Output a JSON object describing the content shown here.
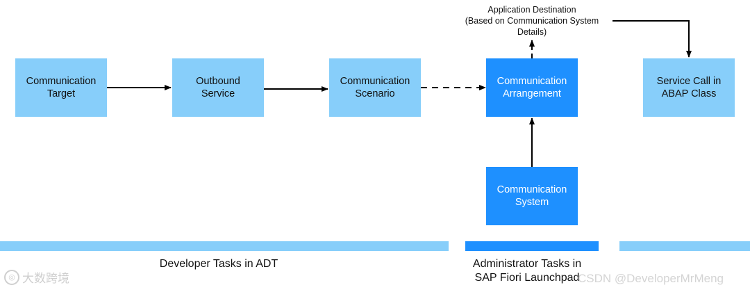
{
  "nodes": {
    "communication_target": {
      "lines": [
        "Communication",
        "Target"
      ]
    },
    "outbound_service": {
      "lines": [
        "Outbound",
        "Service"
      ]
    },
    "communication_scenario": {
      "lines": [
        "Communication",
        "Scenario"
      ]
    },
    "communication_arrangement": {
      "lines": [
        "Communication",
        "Arrangement"
      ]
    },
    "service_call": {
      "lines": [
        "Service Call in",
        "ABAP Class"
      ]
    },
    "communication_system": {
      "lines": [
        "Communication",
        "System"
      ]
    }
  },
  "destination_note": {
    "lines": [
      "Application Destination",
      "(Based on Communication System",
      "Details)"
    ]
  },
  "lanes": {
    "developer": {
      "lines": [
        "Developer Tasks in ADT"
      ]
    },
    "administrator": {
      "lines": [
        "Administrator Tasks in",
        "SAP Fiori Launchpad"
      ]
    }
  },
  "watermarks": {
    "left_text": "大数跨境",
    "right_text": "CSDN @DeveloperMrMeng"
  },
  "colors": {
    "light_box": "#87cefa",
    "dark_box": "#1e90ff"
  }
}
